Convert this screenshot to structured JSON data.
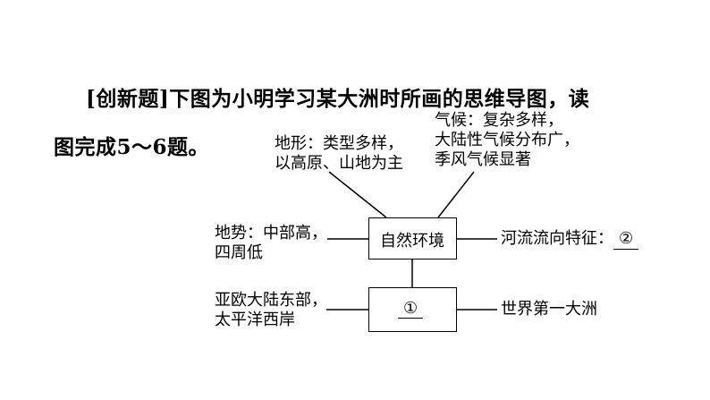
{
  "intro": {
    "line1": "[创新题]下图为小明学习某大洲时所画的思维导图，读",
    "line2": "图完成5～6题。"
  },
  "diagram": {
    "terrain_line1": "地形：类型多样，",
    "terrain_line2": "以高原、山地为主",
    "climate_line1": "气候：复杂多样，",
    "climate_line2": "大陆性气候分布广，",
    "climate_line3": "季风气候显著",
    "relief_line1": "地势：中部高，",
    "relief_line2": "四周低",
    "center_box": "自然环境",
    "river_label": "河流流向特征：",
    "river_blank": "②",
    "location_line1": "亚欧大陆东部，",
    "location_line2": "太平洋西岸",
    "bottom_box": "①",
    "largest_continent": "世界第一大洲"
  }
}
